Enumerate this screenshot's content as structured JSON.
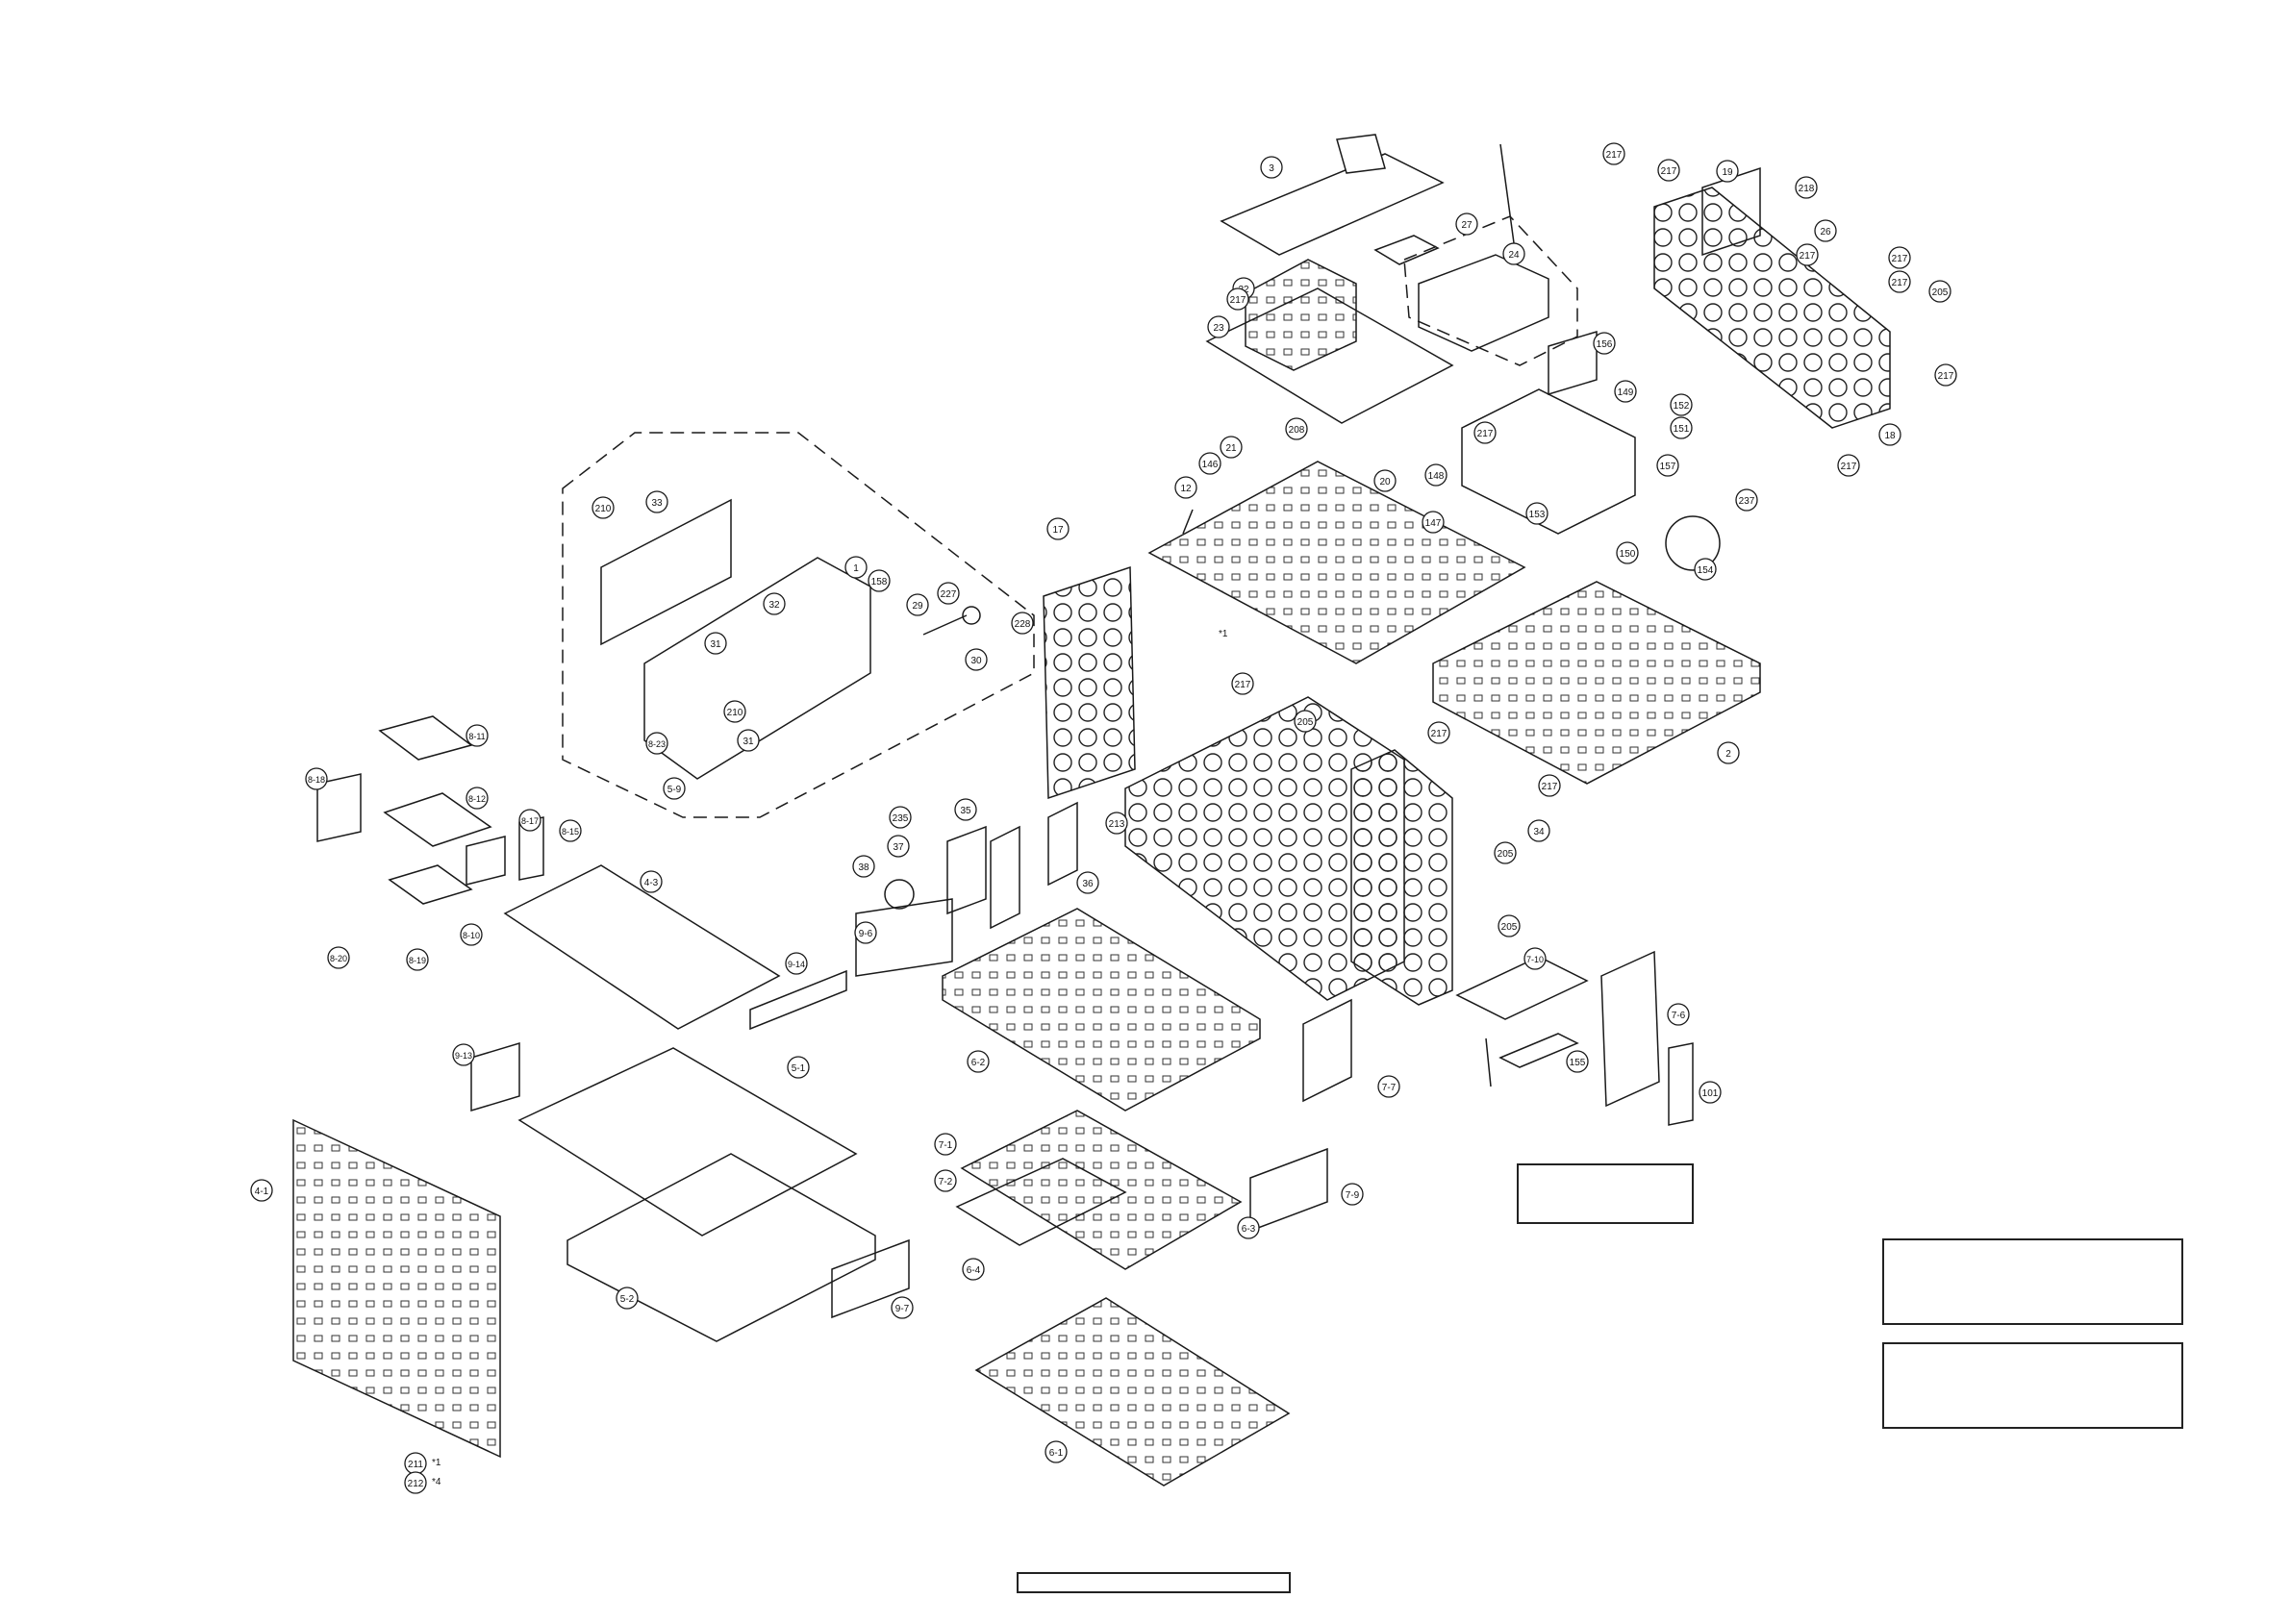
{
  "drawing": {
    "type": "exploded-view",
    "line_color": "#1a1a1a",
    "background": "#ffffff"
  },
  "callouts": [
    "1",
    "2",
    "3",
    "12",
    "17",
    "18",
    "19",
    "20",
    "21",
    "22",
    "23",
    "24",
    "26",
    "27",
    "29",
    "30",
    "31",
    "32",
    "33",
    "34",
    "35",
    "36",
    "37",
    "38",
    "101",
    "146",
    "147",
    "148",
    "149",
    "150",
    "151",
    "152",
    "153",
    "154",
    "155",
    "156",
    "157",
    "158",
    "205",
    "208",
    "210",
    "211",
    "212",
    "213",
    "217",
    "218",
    "227",
    "228",
    "235",
    "237",
    "4-1",
    "4-3",
    "5-1",
    "5-2",
    "5-9",
    "6-1",
    "6-2",
    "6-3",
    "6-4",
    "7-1",
    "7-2",
    "7-6",
    "7-7",
    "7-9",
    "7-10",
    "8-10",
    "8-11",
    "8-12",
    "8-15",
    "8-17",
    "8-18",
    "8-19",
    "8-20",
    "8-23",
    "9-6",
    "9-7",
    "9-13",
    "9-14"
  ],
  "notes": [
    "*1",
    "*4"
  ]
}
